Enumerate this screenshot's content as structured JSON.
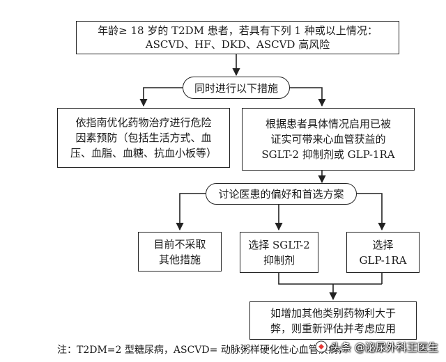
{
  "flowchart": {
    "top": {
      "line1": "年龄≥ 18 岁的 T2DM 患者，若具有下列 1 种或以上情况：",
      "line2": "ASCVD、HF、DKD、ASCVD 高风险"
    },
    "step1": "同时进行以下措施",
    "left_box": {
      "line1": "依指南优化药物治疗进行危险",
      "line2": "因素预防（包括生活方式、血",
      "line3": "压、血脂、血糖、抗血小板等）"
    },
    "right_box": {
      "line1": "根据患者具体情况启用已被",
      "line2": "证实可带来心血管获益的",
      "line3": "SGLT-2 抑制剂或 GLP-1RA"
    },
    "step2": "讨论医患的偏好和首选方案",
    "option_none": {
      "line1": "目前不采取",
      "line2": "其他措施"
    },
    "option_sglt2": {
      "line1": "选择 SGLT-2",
      "line2": "抑制剂"
    },
    "option_glp1": {
      "line1": "选择",
      "line2": "GLP-1RA"
    },
    "bottom": {
      "line1": "如增加其他类别药物利大于",
      "line2": "弊，则重新评估并考虑应用"
    }
  },
  "footnote": "注：T2DM=2 型糖尿病，ASCVD= 动脉粥样硬化性心血管疾病，",
  "watermark": "头条 @泌尿外科王医生"
}
